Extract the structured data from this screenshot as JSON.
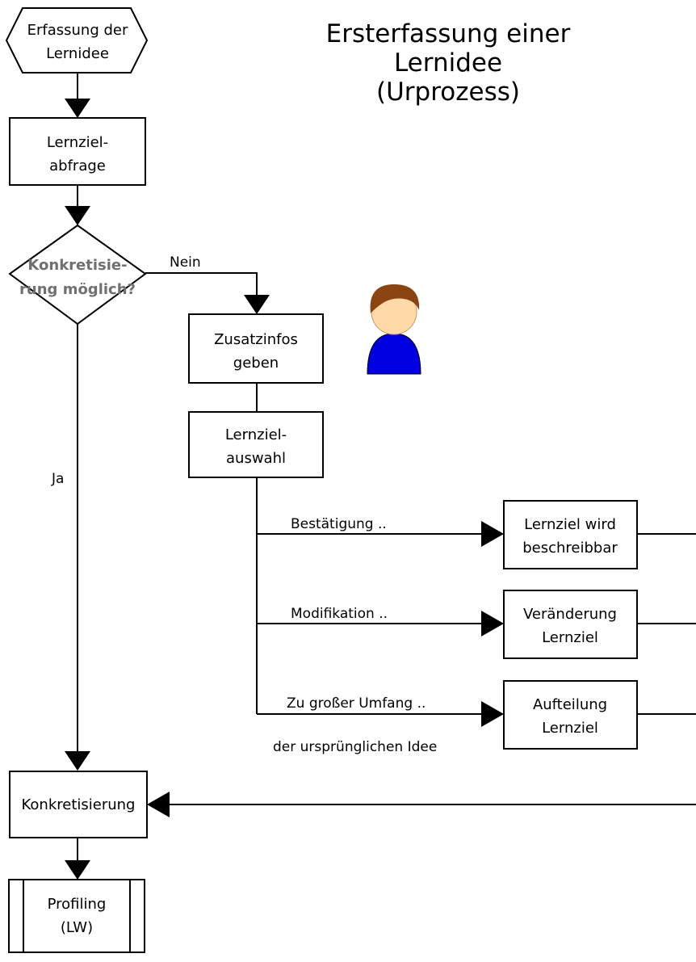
{
  "title": [
    "Ersterfassung einer",
    "Lernidee",
    "(Urprozess)"
  ],
  "nodes": {
    "start": [
      "Erfassung der",
      "Lernidee"
    ],
    "lernzielabfrage": [
      "Lernziel-",
      "abfrage"
    ],
    "decision": [
      "Konkretisie-",
      "rung möglich?"
    ],
    "zusatzinfos": [
      "Zusatzinfos",
      "geben"
    ],
    "lernzielauswahl": [
      "Lernziel-",
      "auswahl"
    ],
    "beschreibbar": [
      "Lernziel wird",
      "beschreibbar"
    ],
    "veraenderung": [
      "Veränderung",
      "Lernziel"
    ],
    "aufteilung": [
      "Aufteilung",
      "Lernziel"
    ],
    "konkretisierung": "Konkretisierung",
    "profiling": [
      "Profiling",
      "(LW)"
    ]
  },
  "edges": {
    "nein": "Nein",
    "ja": "Ja",
    "bestaetigung": "Bestätigung ..",
    "modifikation": "Modifikation ..",
    "umfang": "Zu großer Umfang ..",
    "umfang_note": "der ursprünglichen Idee"
  },
  "colors": {
    "person_hair": "#8b4513",
    "person_face": "#ffd9a8",
    "person_body": "#0000e0",
    "decision_text": "#707070"
  },
  "icons": {
    "actor": "person-icon"
  }
}
